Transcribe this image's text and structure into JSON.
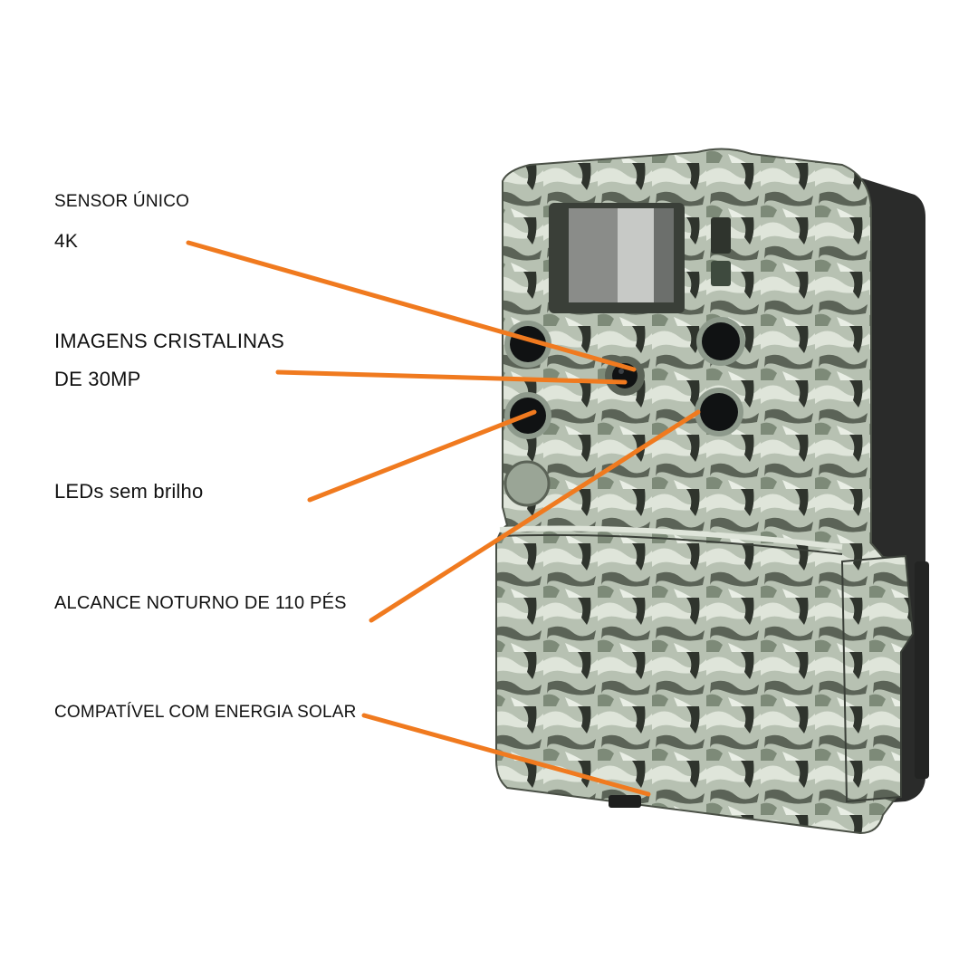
{
  "labels": {
    "sensor_line1": "SENSOR ÚNICO",
    "sensor_line2": "4K",
    "images_line1": "IMAGENS CRISTALINAS",
    "images_line2": "DE 30MP",
    "leds": "LEDs sem brilho",
    "night_range": "ALCANCE NOTURNO DE 110 PÉS",
    "solar": "COMPATÍVEL COM ENERGIA SOLAR"
  },
  "colors": {
    "callout_line": "#f07a1f",
    "background": "#ffffff",
    "camo_light": "#c9d2c4",
    "camo_mid": "#8e9a8c",
    "camo_dark": "#3a3f38",
    "lens": "#101213"
  }
}
